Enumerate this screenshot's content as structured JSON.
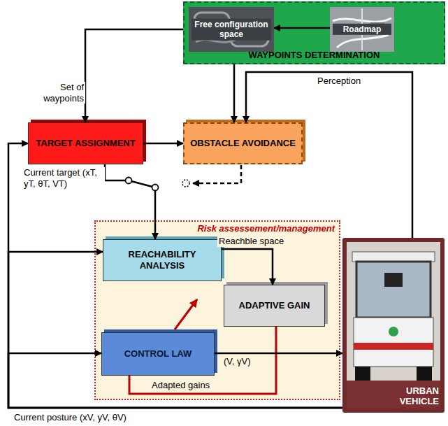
{
  "diagram": {
    "nodes": [
      {
        "text": [
          "WAYPOINTS DETERMINATION"
        ]
      },
      {
        "text": [
          "Free configuration space"
        ],
        "in": 0
      },
      {
        "text": [
          "Roadmap"
        ],
        "in": 0
      },
      {
        "text": [
          "TARGET ASSIGNMENT"
        ]
      },
      {
        "text": [
          "OBSTACLE AVOIDANCE"
        ]
      },
      {
        "text": [
          "Risk assessement/management"
        ]
      },
      {
        "text": [
          "REACHABILITY ANALYSIS"
        ],
        "in": 5
      },
      {
        "text": [
          "ADAPTIVE GAIN"
        ],
        "in": 5
      },
      {
        "text": [
          "CONTROL LAW"
        ],
        "in": 5
      },
      {
        "text": [
          "URBAN VEHICLE"
        ]
      }
    ],
    "edges": [
      {
        "from": 0,
        "to": 3,
        "arrow": "to",
        "label": "Set of waypoints"
      },
      {
        "from": 2,
        "to": 1,
        "arrow": "to"
      },
      {
        "from": 0,
        "to": 4,
        "arrow": "to"
      },
      {
        "from": 3,
        "to": 4,
        "arrow": "to"
      },
      {
        "from": 3,
        "to": 6,
        "arrow": "to",
        "label": "Current target (xT, yT, θT, VT)"
      },
      {
        "from": 9,
        "to": 4,
        "arrow": "to",
        "label": "Perception"
      },
      {
        "from": 6,
        "to": 7,
        "arrow": "to",
        "label": "Reachble space"
      },
      {
        "from": 7,
        "to": 8,
        "arrow": "none",
        "label": "Adapted gains"
      },
      {
        "from": 8,
        "to": 9,
        "arrow": "to",
        "label": "(V, γV)"
      },
      {
        "from": 9,
        "to": 3,
        "arrow": "to",
        "label": "Current posture (xV, yV, θV)"
      },
      {
        "from": 9,
        "to": 6,
        "arrow": "to"
      },
      {
        "from": 9,
        "to": 8,
        "arrow": "to"
      }
    ]
  }
}
